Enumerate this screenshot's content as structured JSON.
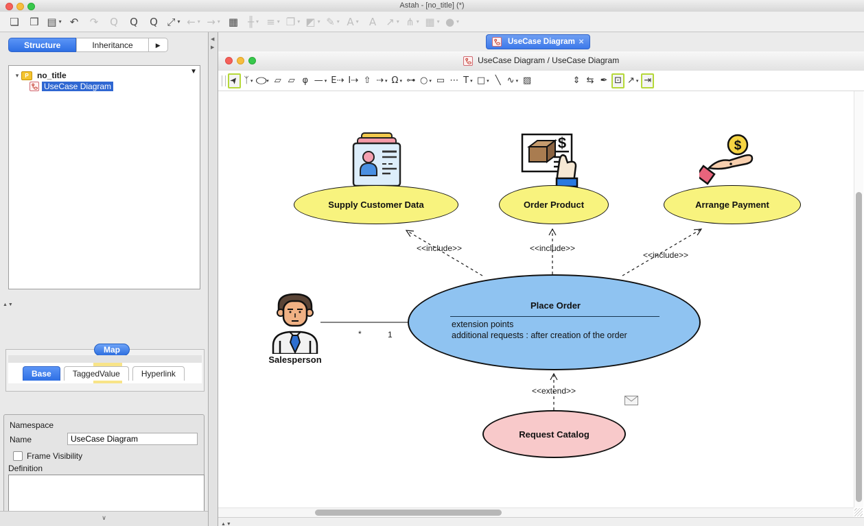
{
  "window": {
    "title": "Astah - [no_title] (*)"
  },
  "icons": {
    "close": "✕",
    "dropdown": "▼",
    "disclosure": "▾",
    "tab_overflow": "▶",
    "splitter_left": "◀",
    "splitter_right": "▶",
    "mini_up_down": "▲▼",
    "panel_collapse": "∨",
    "package_letter": "P",
    "dollar": "$"
  },
  "main_toolbar": {
    "items": [
      {
        "name": "new-file-icon",
        "glyph": "❏",
        "enabled": true
      },
      {
        "name": "open-file-icon",
        "glyph": "❒",
        "enabled": true
      },
      {
        "name": "save-icon",
        "glyph": "▤",
        "enabled": true,
        "caret": true
      },
      {
        "name": "undo-icon",
        "glyph": "↶",
        "enabled": true
      },
      {
        "name": "redo-icon",
        "glyph": "↷",
        "enabled": false
      },
      {
        "name": "search-icon",
        "glyph": "Q",
        "enabled": false
      },
      {
        "name": "zoom-in-icon",
        "glyph": "Q",
        "enabled": true
      },
      {
        "name": "zoom-out-icon",
        "glyph": "Q",
        "enabled": true
      },
      {
        "name": "fit-view-icon",
        "glyph": "⤢",
        "enabled": true,
        "caret": true
      },
      {
        "name": "nav-back-icon",
        "glyph": "←",
        "enabled": false,
        "caret": true
      },
      {
        "name": "nav-forward-icon",
        "glyph": "→",
        "enabled": false,
        "caret": true
      },
      {
        "name": "diagram-editor-icon",
        "glyph": "▦",
        "enabled": true
      },
      {
        "name": "align-vertical-icon",
        "glyph": "╫",
        "enabled": false,
        "caret": true
      },
      {
        "name": "align-horizontal-icon",
        "glyph": "≡",
        "enabled": false,
        "caret": true
      },
      {
        "name": "depth-arrangement-icon",
        "glyph": "❐",
        "enabled": false,
        "caret": true
      },
      {
        "name": "fill-color-icon",
        "glyph": "◩",
        "enabled": false,
        "caret": true
      },
      {
        "name": "line-color-icon",
        "glyph": "✎",
        "enabled": false,
        "caret": true
      },
      {
        "name": "font-color-icon",
        "glyph": "A",
        "enabled": false,
        "caret": true
      },
      {
        "name": "font-icon",
        "glyph": "A",
        "enabled": false
      },
      {
        "name": "line-shape-icon",
        "glyph": "↗",
        "enabled": false,
        "caret": true
      },
      {
        "name": "hierarchy-icon",
        "glyph": "⋔",
        "enabled": false,
        "caret": true
      },
      {
        "name": "matrix-icon",
        "glyph": "▦",
        "enabled": false,
        "caret": true
      },
      {
        "name": "shape-icon",
        "glyph": "●",
        "enabled": false,
        "caret": true
      }
    ]
  },
  "sidebar": {
    "tabs": [
      {
        "label": "Structure",
        "active": true
      },
      {
        "label": "Inheritance",
        "active": false
      }
    ],
    "tree": {
      "root_label": "no_title",
      "child_label": "UseCase Diagram"
    },
    "map_label": "Map",
    "prop_tabs": [
      {
        "label": "Base",
        "active": true
      },
      {
        "label": "TaggedValue",
        "active": false
      },
      {
        "label": "Hyperlink",
        "active": false
      }
    ],
    "properties": {
      "namespace_label": "Namespace",
      "name_label": "Name",
      "name_value": "UseCase Diagram",
      "frame_visibility_label": "Frame Visibility",
      "frame_visibility_checked": false,
      "definition_label": "Definition",
      "definition_value": ""
    }
  },
  "canvas": {
    "tab_label": "UseCase Diagram",
    "breadcrumb": "UseCase Diagram / UseCase Diagram",
    "diagram_toolbar": {
      "items": [
        {
          "name": "select-tool-icon",
          "glyph": "➤",
          "enabled": true,
          "hl": true
        },
        {
          "name": "actor-tool-icon",
          "glyph": "ᛉ",
          "enabled": true,
          "caret": true
        },
        {
          "name": "usecase-tool-icon",
          "glyph": "○",
          "enabled": true,
          "caret": true
        },
        {
          "name": "package-tool-icon",
          "glyph": "▱",
          "enabled": true
        },
        {
          "name": "subsystem-tool-icon",
          "glyph": "▱",
          "enabled": true
        },
        {
          "name": "pin-tool-icon",
          "glyph": "φ",
          "enabled": true
        },
        {
          "name": "line-tool-icon",
          "glyph": "—",
          "enabled": true,
          "caret": true
        },
        {
          "name": "extend-tool-icon",
          "glyph": "E⇢",
          "enabled": true
        },
        {
          "name": "include-tool-icon",
          "glyph": "I⇢",
          "enabled": true
        },
        {
          "name": "generalization-tool-icon",
          "glyph": "⇧",
          "enabled": true
        },
        {
          "name": "dependency-tool-icon",
          "glyph": "⇢",
          "enabled": true,
          "caret": true
        },
        {
          "name": "anchor-tool-icon",
          "glyph": "Ω",
          "enabled": true,
          "caret": true
        },
        {
          "name": "requirement-tool-icon",
          "glyph": "⊶",
          "enabled": true
        },
        {
          "name": "node-tool-icon",
          "glyph": "○",
          "enabled": true,
          "caret": true
        },
        {
          "name": "note-tool-icon",
          "glyph": "▭",
          "enabled": true
        },
        {
          "name": "dots-icon",
          "glyph": "⋯",
          "enabled": true
        },
        {
          "name": "text-tool-icon",
          "glyph": "T",
          "enabled": true,
          "caret": true
        },
        {
          "name": "rect-tool-icon",
          "glyph": "□",
          "enabled": true,
          "caret": true
        },
        {
          "name": "diagonal-line-tool-icon",
          "glyph": "╲",
          "enabled": true
        },
        {
          "name": "curve-tool-icon",
          "glyph": "∿",
          "enabled": true,
          "caret": true
        },
        {
          "name": "image-tool-icon",
          "glyph": "▨",
          "enabled": true,
          "spacer_after": true
        },
        {
          "name": "distribute-vertical-icon",
          "glyph": "⇕",
          "enabled": true
        },
        {
          "name": "distribute-horizontal-icon",
          "glyph": "⇆",
          "enabled": true
        },
        {
          "name": "pushpin-icon",
          "glyph": "✒",
          "enabled": true
        },
        {
          "name": "snap-dot-icon",
          "glyph": "⊡",
          "enabled": true,
          "hl": true
        },
        {
          "name": "polyline-icon",
          "glyph": "↗",
          "enabled": true,
          "caret": true
        },
        {
          "name": "auto-layout-icon",
          "glyph": "⇥",
          "enabled": true,
          "hl": true
        }
      ]
    }
  },
  "diagram": {
    "usecases": {
      "supply": {
        "label": "Supply Customer Data"
      },
      "order": {
        "label": "Order Product"
      },
      "payment": {
        "label": "Arrange Payment"
      },
      "place_order": {
        "label": "Place Order",
        "extension_points_label": "extension points",
        "extension_point": "additional requests : after creation of the order"
      },
      "request_catalog": {
        "label": "Request Catalog"
      }
    },
    "actor": {
      "label": "Salesperson"
    },
    "association": {
      "actor_multiplicity": "*",
      "usecase_multiplicity": "1"
    },
    "stereotypes": {
      "include": "<<include>>",
      "extend": "<<extend>>"
    },
    "colors": {
      "usecase_fill": "#f8f37e",
      "focus_fill": "#8fc3f1",
      "extend_fill": "#f8c9ca",
      "accent_blue": "#3a7bf0",
      "highlight_green": "#b5d838"
    }
  }
}
